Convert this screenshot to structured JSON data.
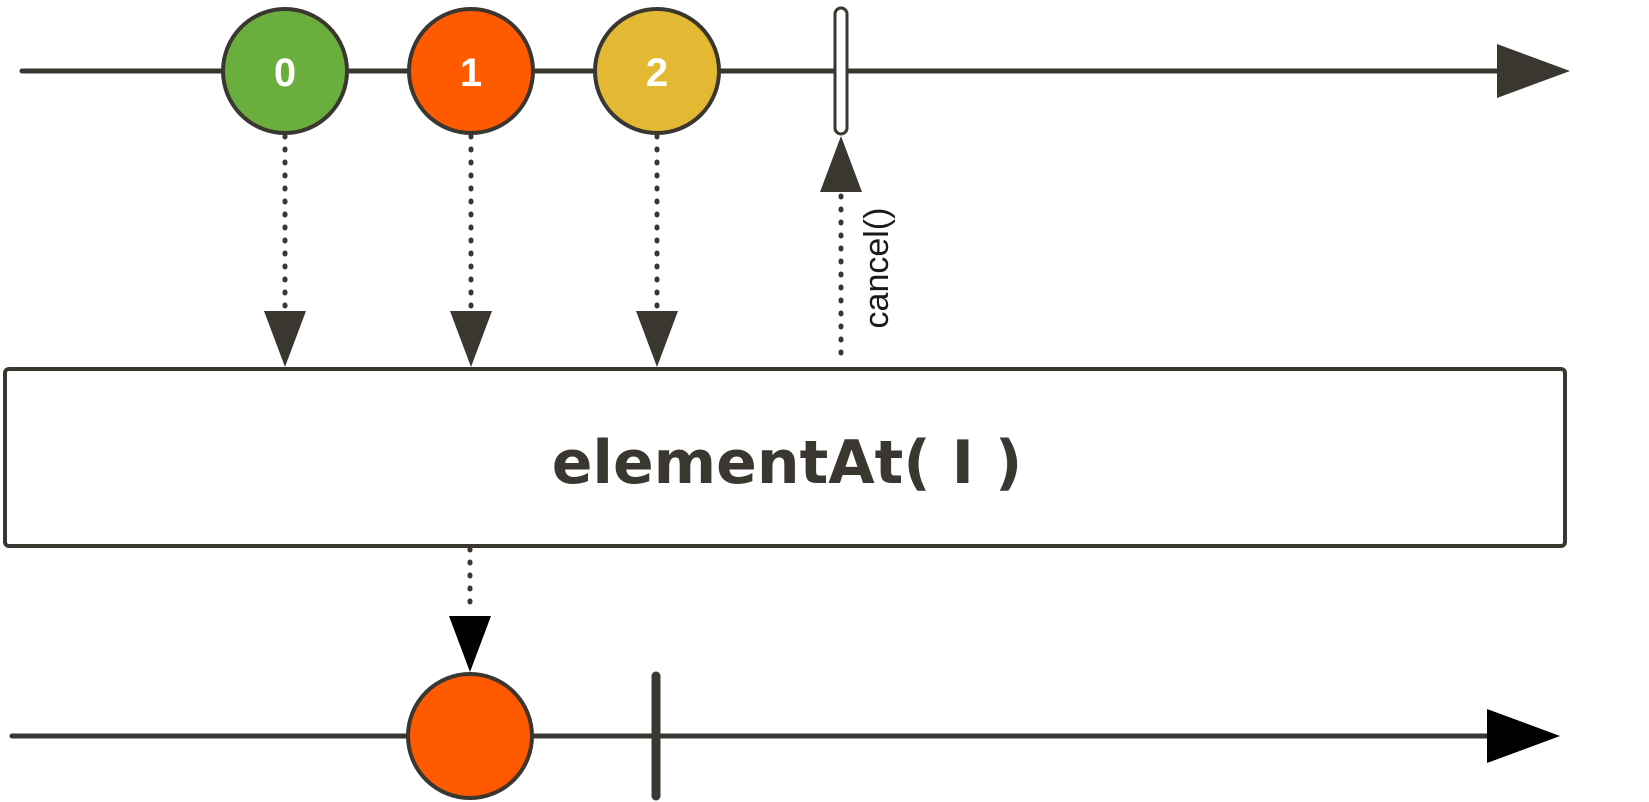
{
  "operator": {
    "label": "elementAt( I )"
  },
  "request": {
    "label": "cancel()"
  },
  "source_marbles": [
    {
      "label": "0",
      "color": "#6aaf3d"
    },
    {
      "label": "1",
      "color": "#ff5a00"
    },
    {
      "label": "2",
      "color": "#e3b934"
    }
  ],
  "result_marble": {
    "label": "",
    "color": "#ff5a00"
  },
  "colors": {
    "line": "#3a3630",
    "arrowhead": "#000000",
    "box_border": "#3a3630",
    "background": "#ffffff"
  }
}
